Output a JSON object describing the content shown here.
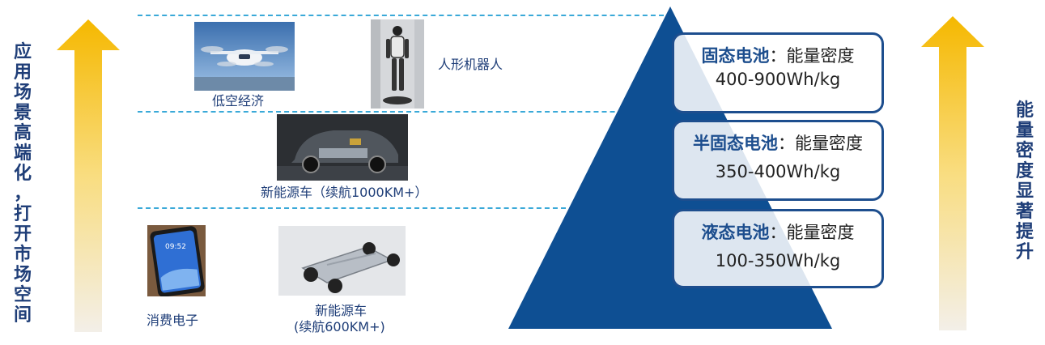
{
  "left_vertical_text": "应\n用\n场\n景\n高\n端\n化\n，\n打\n开\n市\n场\n空\n间",
  "right_vertical_text": "能\n量\n密\n度\n显\n著\n提\n升",
  "applications": {
    "low_altitude": "低空经济",
    "humanoid_robot": "人形机器人",
    "ev_1000": "新能源车（续航1000KM+）",
    "consumer_electronics": "消费电子",
    "ev_600_line1": "新能源车",
    "ev_600_line2": "(续航600KM+)",
    "phone_time": "09:52"
  },
  "tiers": [
    {
      "name": "固态电池",
      "suffix": "：能量密度",
      "range": "400-900Wh/kg"
    },
    {
      "name": "半固态电池",
      "suffix": "：能量密度",
      "range": "350-400Wh/kg"
    },
    {
      "name": "液态电池",
      "suffix": "：能量密度",
      "range": "100-350Wh/kg"
    }
  ],
  "colors": {
    "navy": "#1d4e8e",
    "dash": "#3aa9d8",
    "arrow_top": "#f5b800",
    "text": "#1f3e78"
  }
}
